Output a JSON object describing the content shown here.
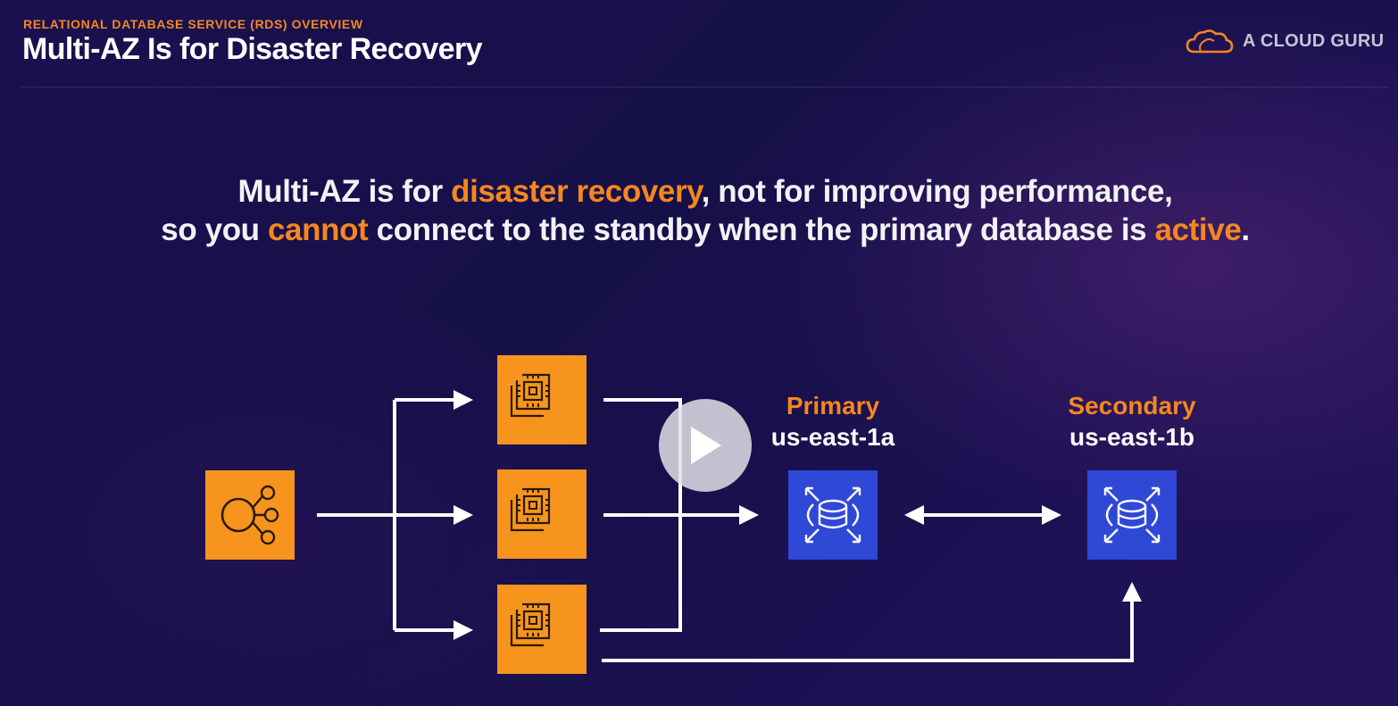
{
  "header": {
    "subtitle": "RELATIONAL DATABASE SERVICE (RDS) OVERVIEW",
    "title": "Multi-AZ Is for Disaster Recovery"
  },
  "logo": {
    "text": "A CLOUD GURU",
    "icon": "cloud-logo-icon"
  },
  "statement": {
    "line1_a": "Multi-AZ is for ",
    "line1_hl": "disaster recovery",
    "line1_b": ", not for improving performance,",
    "line2_a": "so you ",
    "line2_hl1": "cannot",
    "line2_b": " connect to the standby when the primary database is ",
    "line2_hl2": "active",
    "line2_c": "."
  },
  "diagram": {
    "primary": {
      "role": "Primary",
      "zone": "us-east-1a"
    },
    "secondary": {
      "role": "Secondary",
      "zone": "us-east-1b"
    },
    "icons": {
      "load_balancer": "load-balancer-icon",
      "ec2": "ec2-instance-icon",
      "rds": "rds-database-icon"
    }
  },
  "colors": {
    "accent_orange": "#f5871f",
    "aws_orange": "#f7941d",
    "rds_blue": "#3048d6",
    "background": "#1a1050"
  }
}
